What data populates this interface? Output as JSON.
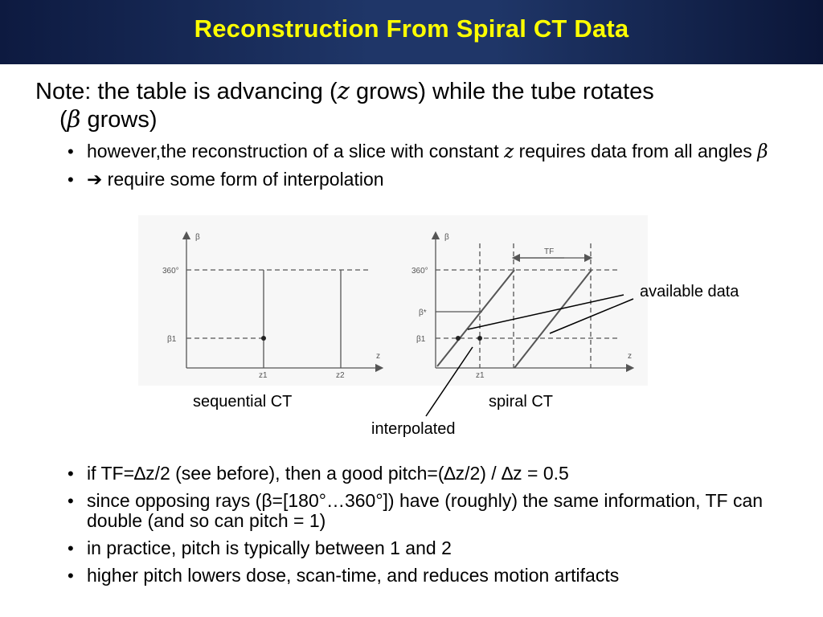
{
  "slide": {
    "title": "Reconstruction From Spiral CT Data"
  },
  "note": {
    "prefix": "Note: the table is advancing (",
    "z": "z",
    "mid": " grows) while the tube rotates",
    "paren_open": "(",
    "beta": "β",
    "suffix": " grows)"
  },
  "bullets_top": [
    {
      "before": "however,the reconstruction of a slice with constant ",
      "z": "z",
      "after": " requires data from all angles ",
      "beta": "β"
    },
    {
      "arrow": "➔",
      "text": " require some form of interpolation"
    }
  ],
  "diagram": {
    "left_plot": {
      "y_axis_label": "β",
      "x_axis_label": "z",
      "tick_360": "360°",
      "tick_beta1": "β1",
      "tick_z1": "z1",
      "tick_z2": "z2"
    },
    "right_plot": {
      "y_axis_label": "β",
      "x_axis_label": "z",
      "tick_360": "360°",
      "tick_beta_star": "β*",
      "tick_beta1": "β1",
      "tick_z1": "z1",
      "tf_label": "TF"
    },
    "labels": {
      "sequential": "sequential CT",
      "spiral": "spiral CT",
      "available": "available data",
      "interpolated": "interpolated"
    }
  },
  "bullets_bottom": [
    "if TF=∆z/2 (see before), then a good pitch=(∆z/2) / ∆z = 0.5",
    "since opposing rays (β=[180°…360°]) have (roughly) the same information, TF can double (and so can pitch = 1)",
    "in practice, pitch is typically between 1 and 2",
    "higher pitch lowers dose, scan-time, and reduces motion artifacts"
  ],
  "colors": {
    "title_bg": "#1f3668",
    "title_text": "#ffff00",
    "diagram_line": "#555555"
  }
}
